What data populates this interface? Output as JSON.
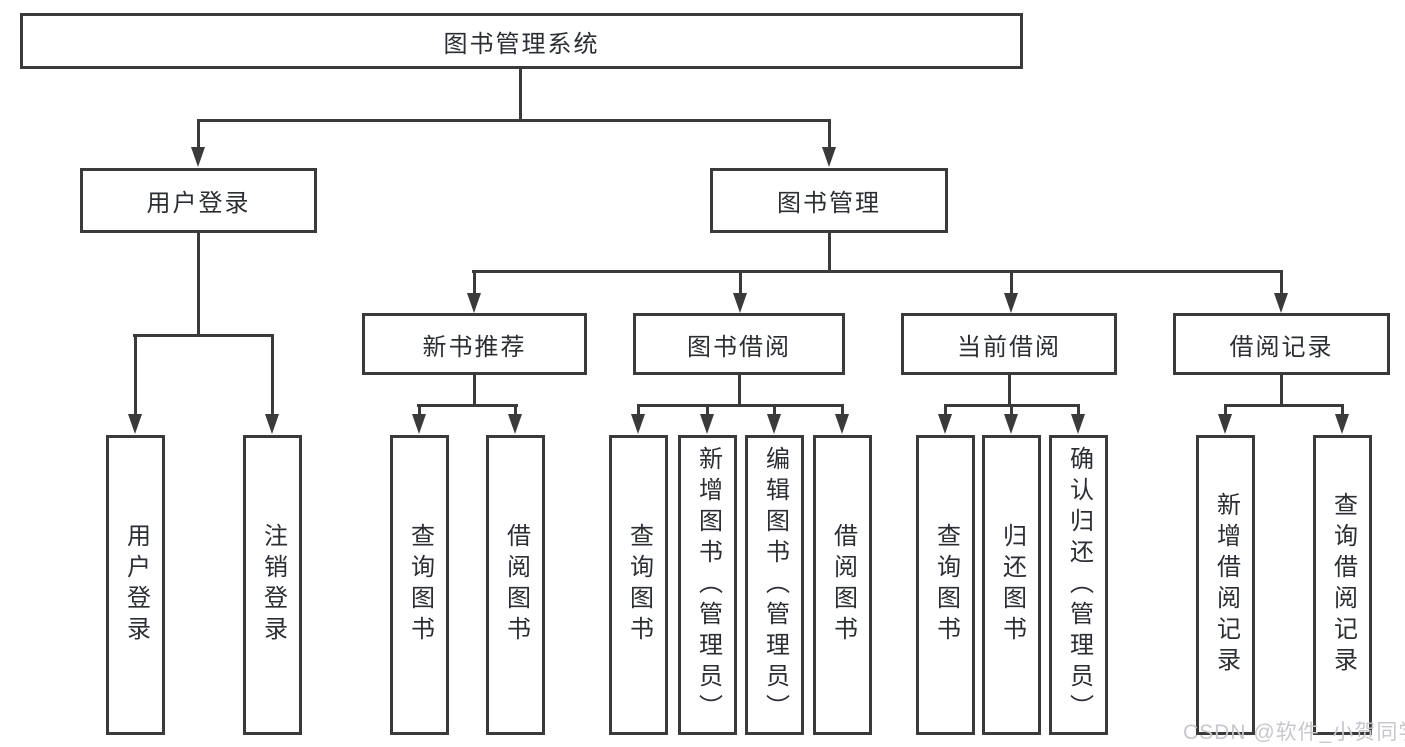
{
  "tree": {
    "root": "图书管理系统",
    "children": [
      {
        "label": "用户登录",
        "children": [
          "用户登录",
          "注销登录"
        ]
      },
      {
        "label": "图书管理",
        "children": [
          {
            "label": "新书推荐",
            "children": [
              "查询图书",
              "借阅图书"
            ]
          },
          {
            "label": "图书借阅",
            "children": [
              "查询图书",
              "新增图书（管理员）",
              "编辑图书（管理员）",
              "借阅图书"
            ]
          },
          {
            "label": "当前借阅",
            "children": [
              "查询图书",
              "归还图书",
              "确认归还（管理员）"
            ]
          },
          {
            "label": "借阅记录",
            "children": [
              "新增借阅记录",
              "查询借阅记录"
            ]
          }
        ]
      }
    ]
  },
  "watermark": "CSDN @软件_小贺同学",
  "colors": {
    "line": "#3a3a3a",
    "text": "#2b2e33",
    "watermark": "#c6c8ce",
    "background": "#ffffff"
  }
}
